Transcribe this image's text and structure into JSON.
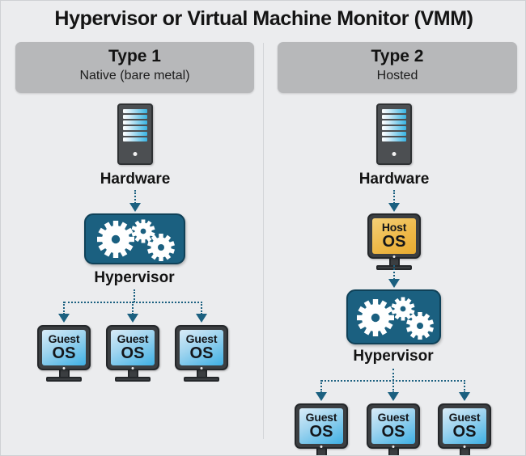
{
  "diagram": {
    "title": "Hypervisor or Virtual Machine Monitor (VMM)",
    "background_color": "#ebecee",
    "accent_color": "#1b6080",
    "host_os_color": "#eeb949"
  },
  "columns": [
    {
      "id": "type-1",
      "header_title": "Type 1",
      "header_subtitle": "Native (bare metal)",
      "nodes": [
        {
          "id": "hardware",
          "type": "server",
          "label": "Hardware"
        },
        {
          "id": "hypervisor",
          "type": "gear-box",
          "label": "Hypervisor"
        }
      ],
      "guests": [
        {
          "line1": "Guest",
          "line2": "OS"
        },
        {
          "line1": "Guest",
          "line2": "OS"
        },
        {
          "line1": "Guest",
          "line2": "OS"
        }
      ]
    },
    {
      "id": "type-2",
      "header_title": "Type 2",
      "header_subtitle": "Hosted",
      "nodes": [
        {
          "id": "hardware",
          "type": "server",
          "label": "Hardware"
        },
        {
          "id": "host-os",
          "type": "monitor",
          "line1": "Host",
          "line2": "OS"
        },
        {
          "id": "hypervisor",
          "type": "gear-box",
          "label": "Hypervisor"
        }
      ],
      "guests": [
        {
          "line1": "Guest",
          "line2": "OS"
        },
        {
          "line1": "Guest",
          "line2": "OS"
        },
        {
          "line1": "Guest",
          "line2": "OS"
        }
      ]
    }
  ],
  "icons": {
    "server": "server-tower-icon",
    "gears": "gears-icon",
    "monitor": "monitor-icon",
    "arrow": "arrow-down-icon"
  }
}
